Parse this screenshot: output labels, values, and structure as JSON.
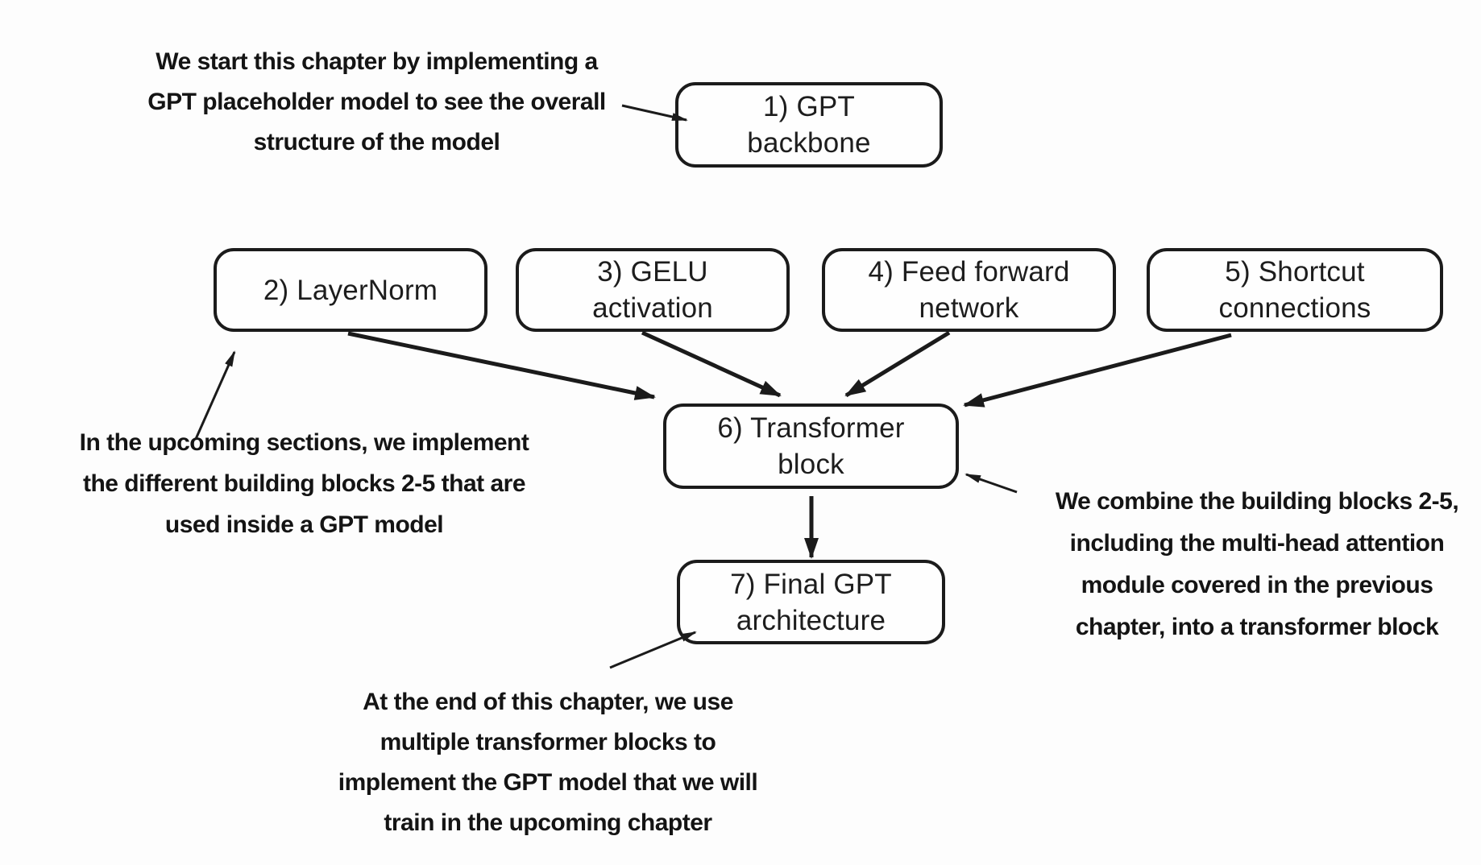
{
  "page": {
    "background_color": "#fdfdfd",
    "ink_color": "#1b1b1b"
  },
  "diagram": {
    "boxes": {
      "gpt_backbone": {
        "line1": "1) GPT",
        "line2": "backbone"
      },
      "layernorm": {
        "line1": "2) LayerNorm"
      },
      "gelu": {
        "line1": "3) GELU",
        "line2": "activation"
      },
      "feed_forward": {
        "line1": "4) Feed forward",
        "line2": "network"
      },
      "shortcut": {
        "line1": "5) Shortcut",
        "line2": "connections"
      },
      "transformer_block": {
        "line1": "6) Transformer",
        "line2": "block"
      },
      "final_gpt": {
        "line1": "7) Final GPT",
        "line2": "architecture"
      }
    },
    "notes": {
      "top": {
        "lines": [
          "We start this chapter by implementing a",
          "GPT placeholder model to see the overall",
          "structure of the model"
        ]
      },
      "left": {
        "lines": [
          "In the upcoming sections, we implement",
          "the different building blocks 2-5 that are",
          "used inside a GPT model"
        ]
      },
      "right": {
        "lines": [
          "We combine the building blocks 2-5,",
          "including the multi-head attention",
          "module covered in the previous",
          "chapter, into a transformer block"
        ]
      },
      "bottom": {
        "lines": [
          "At the end of this chapter, we use",
          "multiple transformer blocks to",
          "implement the GPT model that we will",
          "train in the upcoming chapter"
        ]
      }
    }
  }
}
